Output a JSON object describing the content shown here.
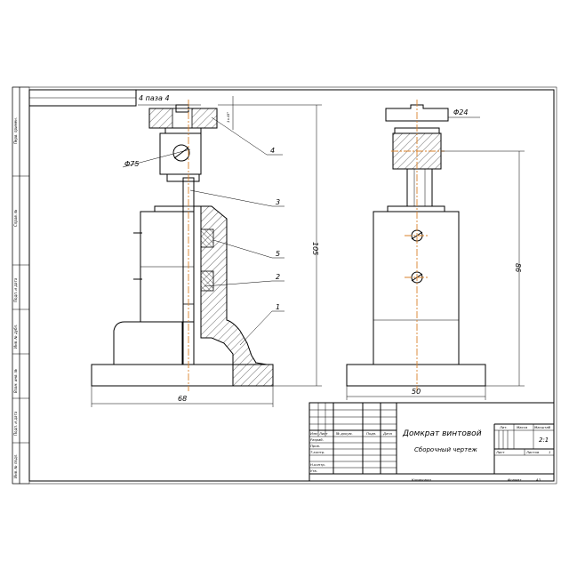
{
  "dimensions": {
    "base_width_front": "68",
    "total_height": "105",
    "head_diameter": "Φ75",
    "groove": "4 паза 4",
    "chamfer": "1×45°",
    "base_width_side": "50",
    "side_height": "86",
    "cap_diameter": "Φ24"
  },
  "positions": [
    "1",
    "2",
    "3",
    "4",
    "5"
  ],
  "title_block": {
    "name": "Домкрат винтовой",
    "doc_type": "Сборочный чертеж",
    "col_lit": "Лит.",
    "col_mass": "Масса",
    "col_scale": "Масштаб",
    "scale_value": "2:1",
    "sheet_label": "Лист",
    "sheets_label": "Листов",
    "sheets_value": "1",
    "row_izm": "Изм",
    "row_list": "Лист",
    "row_doc": "№ докум.",
    "row_sign": "Подп.",
    "row_date": "Дата",
    "razrab": "Разраб.",
    "prov": "Пров.",
    "tkontr": "Т.контр.",
    "nkontr": "Н.контр.",
    "utv": "Утв.",
    "copied": "Копировал",
    "format_label": "Формат",
    "format_value": "А3"
  },
  "side_stamp": [
    "Перв. примен.",
    "Справ. №",
    "Подп. и дата",
    "Инв. № дубл.",
    "Взам. инв. №",
    "Подп. и дата",
    "Инв. № подл."
  ]
}
